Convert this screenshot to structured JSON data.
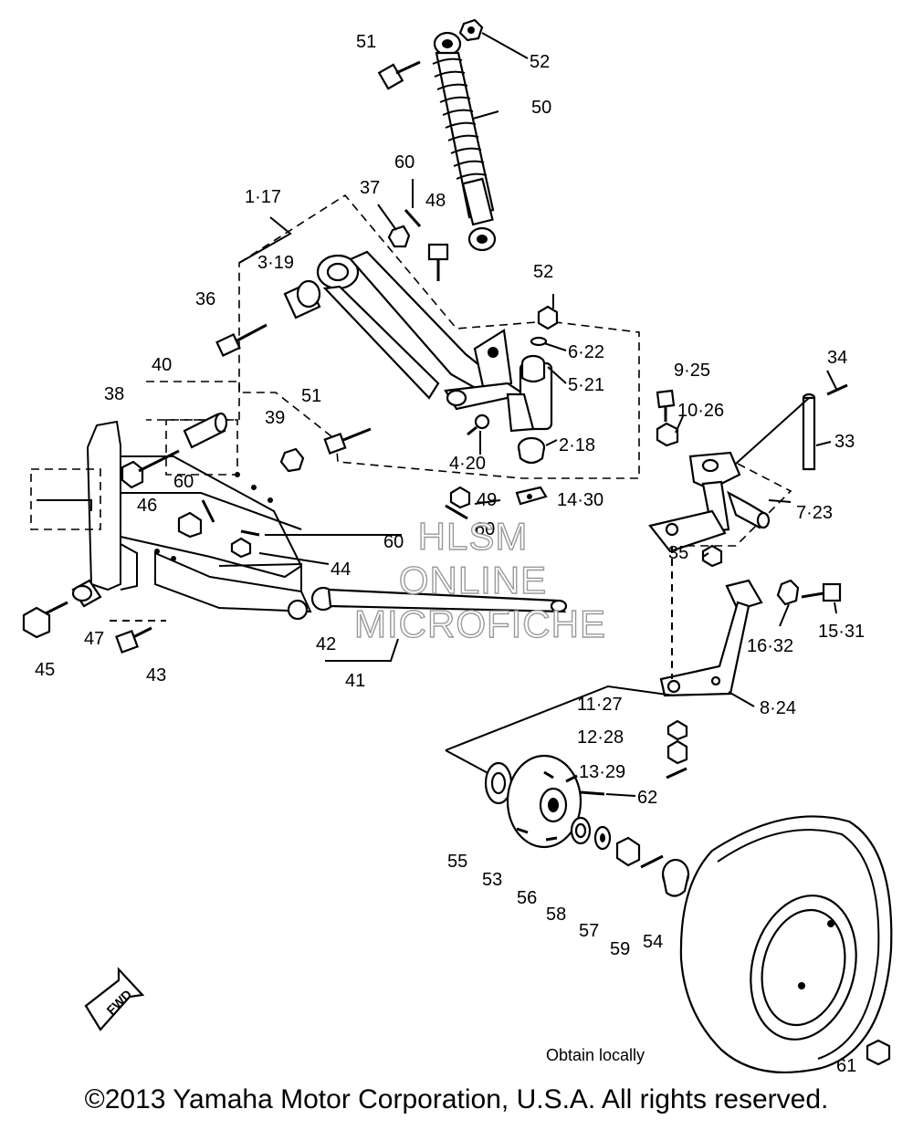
{
  "callouts": {
    "c51a": "51",
    "c52a": "52",
    "c50": "50",
    "c60a": "60",
    "c37": "37",
    "c48": "48",
    "c1_17": "1·17",
    "c3_19": "3·19",
    "c52b": "52",
    "c36": "36",
    "c6_22": "6·22",
    "c5_21": "5·21",
    "c40": "40",
    "c38": "38",
    "c39": "39",
    "c51b": "51",
    "c2_18": "2·18",
    "c4_20": "4·20",
    "c9_25": "9·25",
    "c34": "34",
    "c10_26": "10·26",
    "c33": "33",
    "c60b": "60",
    "c49": "49",
    "c14_30": "14·30",
    "c46": "46",
    "c7_23": "7·23",
    "c60c": "60",
    "c60d": "60",
    "c44": "44",
    "c35": "35",
    "c45": "45",
    "c47": "47",
    "c43": "43",
    "c42": "42",
    "c41": "41",
    "c16_32": "16·32",
    "c15_31": "15·31",
    "c8_24": "8·24",
    "c11_27": "11·27",
    "c12_28": "12·28",
    "c13_29": "13·29",
    "c62": "62",
    "c55": "55",
    "c53": "53",
    "c56": "56",
    "c58": "58",
    "c57": "57",
    "c59": "59",
    "c54": "54",
    "c61": "61"
  },
  "watermark": {
    "line1": "HLSM",
    "line2": "ONLINE",
    "line3": "MICROFICHE"
  },
  "fwd_label": "FWD",
  "note": "Obtain locally",
  "copyright": "©2013 Yamaha Motor Corporation, U.S.A. All rights reserved."
}
